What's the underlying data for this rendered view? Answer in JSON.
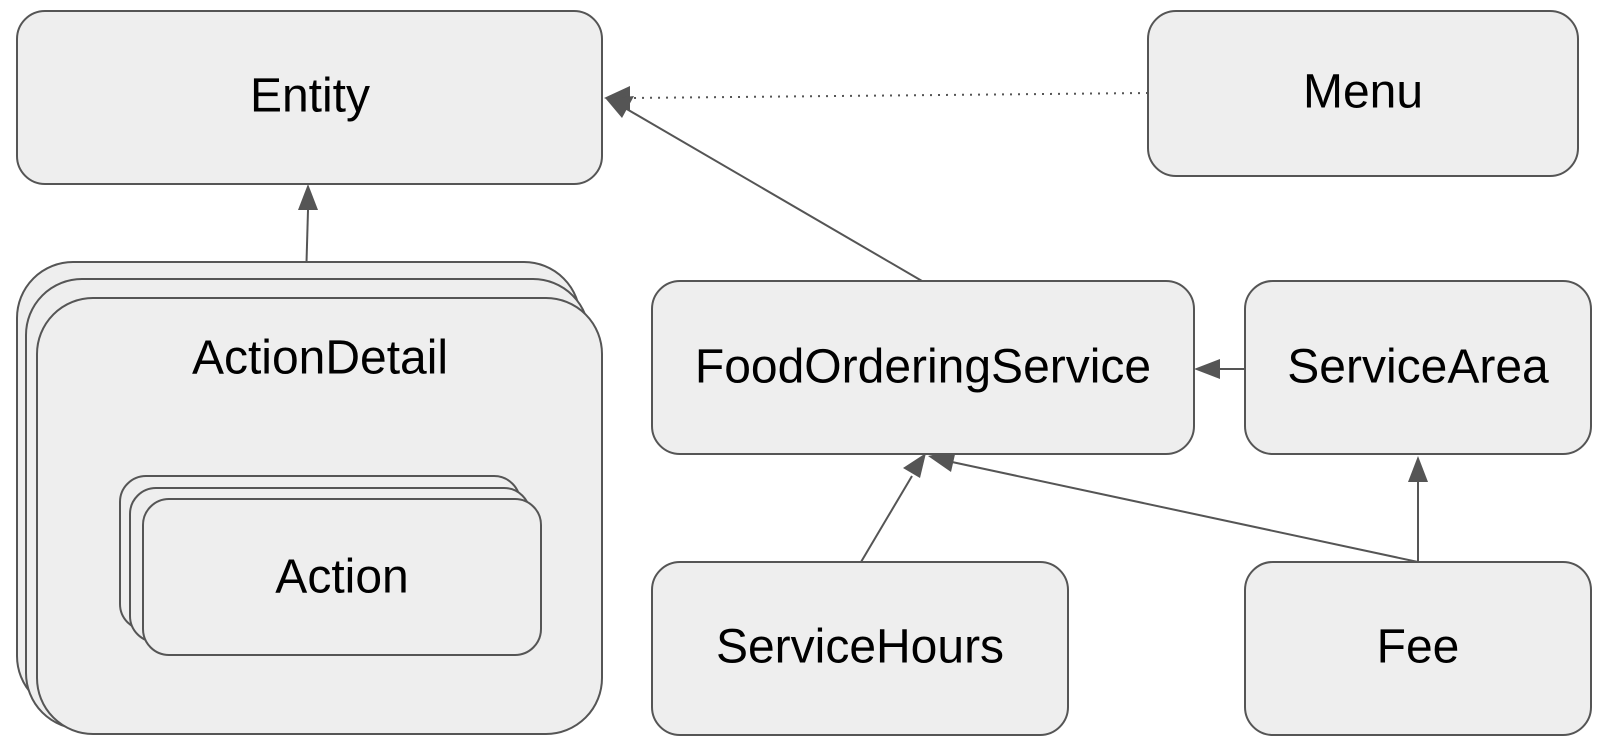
{
  "nodes": {
    "entity": "Entity",
    "menu": "Menu",
    "action_detail": "ActionDetail",
    "action": "Action",
    "food_ordering_service": "FoodOrderingService",
    "service_area": "ServiceArea",
    "service_hours": "ServiceHours",
    "fee": "Fee"
  },
  "edges": [
    {
      "from": "Menu",
      "to": "Entity",
      "style": "dotted"
    },
    {
      "from": "FoodOrderingService",
      "to": "Entity",
      "style": "solid"
    },
    {
      "from": "ActionDetail",
      "to": "Entity",
      "style": "solid"
    },
    {
      "from": "ServiceArea",
      "to": "FoodOrderingService",
      "style": "solid"
    },
    {
      "from": "ServiceHours",
      "to": "FoodOrderingService",
      "style": "solid"
    },
    {
      "from": "Fee",
      "to": "FoodOrderingService",
      "style": "solid"
    },
    {
      "from": "Fee",
      "to": "ServiceArea",
      "style": "solid"
    }
  ],
  "colors": {
    "box_fill": "#eeeeee",
    "stroke": "#555555",
    "text": "#000000"
  }
}
